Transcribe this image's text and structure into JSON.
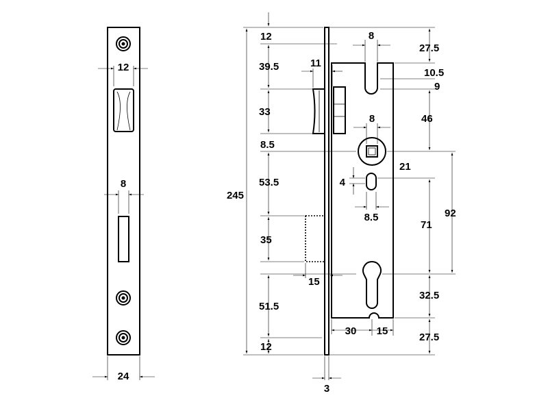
{
  "dimensions": {
    "faceplate_hole_spacing": "12",
    "faceplate_slot_width": "8",
    "faceplate_width": "24",
    "overall_height": "245",
    "top_margin": "12",
    "latch_offset": "39.5",
    "latch_height": "33",
    "latch_projection": "11",
    "spindle_gap": "8.5",
    "latch_to_bolt": "53.5",
    "bolt_height": "35",
    "bolt_projection": "15",
    "bolt_to_bottom": "51.5",
    "bottom_margin": "12",
    "faceplate_thickness": "3",
    "top_slot_width": "8",
    "top_slot_offset": "27.5",
    "top_slot_depth": "10.5",
    "top_slot_radius": "9",
    "follower_to_slot": "46",
    "follower_size": "8",
    "follower_offset": "21",
    "follower_to_cylinder": "92",
    "oval_hole_height": "4",
    "oval_hole_width": "8.5",
    "oval_to_cylinder": "71",
    "cylinder_to_bottom": "32.5",
    "backset": "30",
    "cylinder_half_width": "15",
    "bottom_offset": "27.5"
  }
}
